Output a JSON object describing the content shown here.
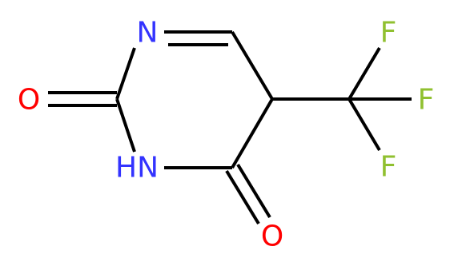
{
  "atoms": {
    "n_imine": {
      "label": "N",
      "color": "#3333ff"
    },
    "n_amide": {
      "label": "HN",
      "color": "#3333ff"
    },
    "o_left": {
      "label": "O",
      "color": "#ff0000"
    },
    "o_bottom": {
      "label": "O",
      "color": "#ff0000"
    },
    "f_top": {
      "label": "F",
      "color": "#90c030"
    },
    "f_right": {
      "label": "F",
      "color": "#90c030"
    },
    "f_bottom": {
      "label": "F",
      "color": "#90c030"
    }
  }
}
